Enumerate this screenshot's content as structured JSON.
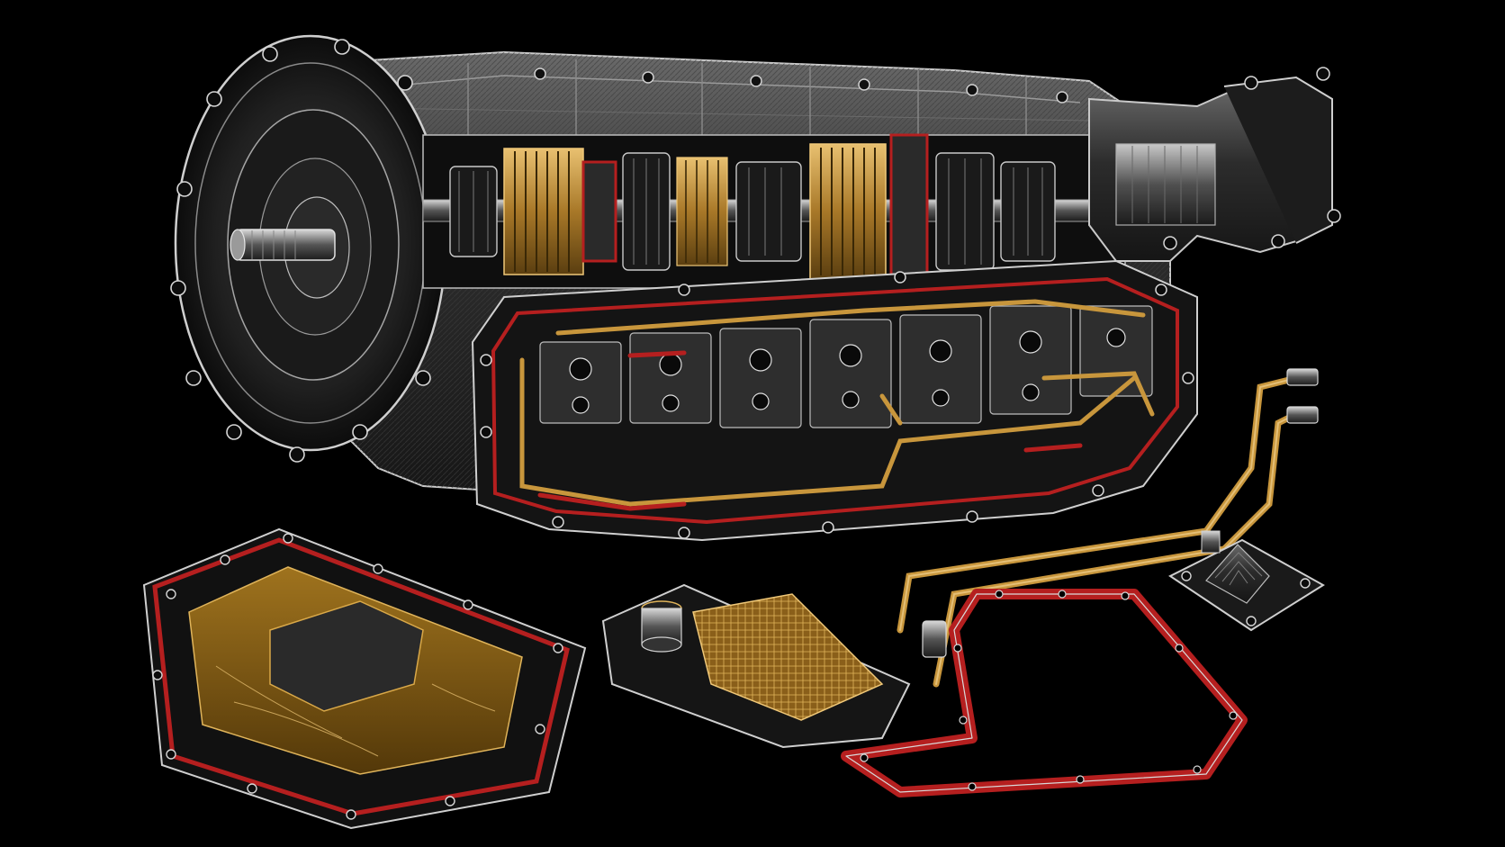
{
  "colors": {
    "background": "#000000",
    "steel_line": "#c9c9c9",
    "steel_dark": "#2a2a2a",
    "steel_mid": "#5a5a5a",
    "brass": "#c8963c",
    "brass_light": "#e0b45a",
    "gasket_red": "#b51f1f",
    "fluid_amber": "#9a6a12"
  },
  "components": [
    {
      "id": "transmission-housing",
      "icon": "transmission-case-icon"
    },
    {
      "id": "bell-housing",
      "icon": "bell-housing-icon"
    },
    {
      "id": "input-shaft",
      "icon": "shaft-icon"
    },
    {
      "id": "clutch-pack",
      "icon": "clutch-pack-icon"
    },
    {
      "id": "planetary-gearset",
      "icon": "gear-icon"
    },
    {
      "id": "tail-housing",
      "icon": "tail-housing-icon"
    },
    {
      "id": "valve-body",
      "icon": "valve-body-icon"
    },
    {
      "id": "oil-pan",
      "icon": "oil-pan-icon"
    },
    {
      "id": "transmission-filter",
      "icon": "filter-icon"
    },
    {
      "id": "cooler-lines",
      "icon": "fluid-line-icon"
    },
    {
      "id": "pan-gasket",
      "icon": "gasket-icon"
    },
    {
      "id": "mount-bracket",
      "icon": "mount-icon"
    }
  ]
}
